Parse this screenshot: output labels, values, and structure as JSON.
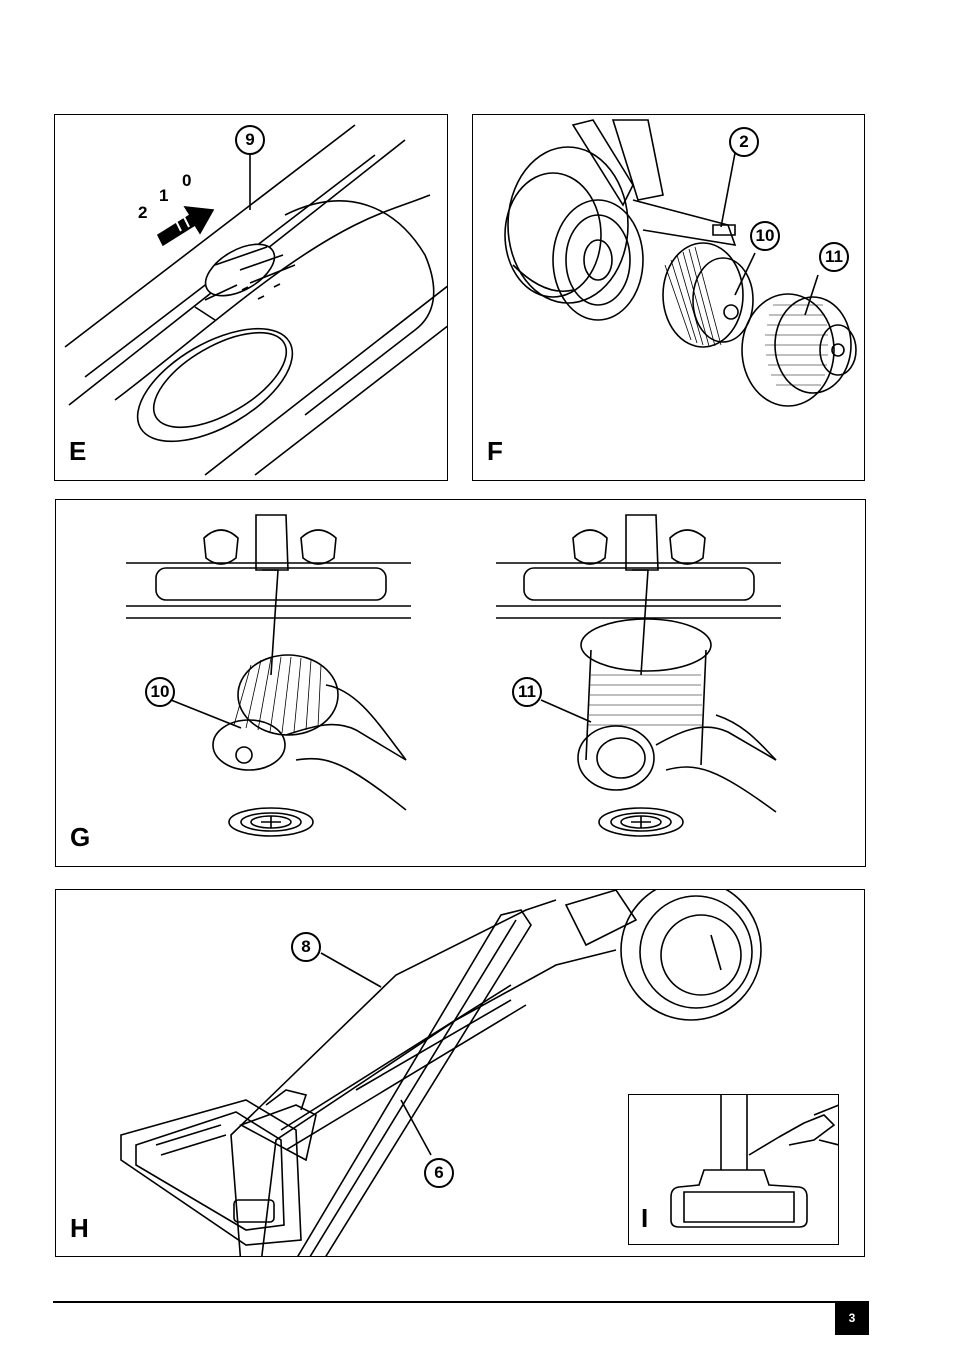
{
  "panels": {
    "e": {
      "label": "E",
      "callouts": [
        "9"
      ],
      "speeds": [
        "2",
        "1",
        "0"
      ]
    },
    "f": {
      "label": "F",
      "callouts": [
        "2",
        "10",
        "11"
      ]
    },
    "g": {
      "label": "G",
      "callouts": [
        "10",
        "11"
      ]
    },
    "h": {
      "label": "H",
      "callouts": [
        "8",
        "6"
      ]
    },
    "i": {
      "label": "I"
    }
  },
  "page_number": "3"
}
